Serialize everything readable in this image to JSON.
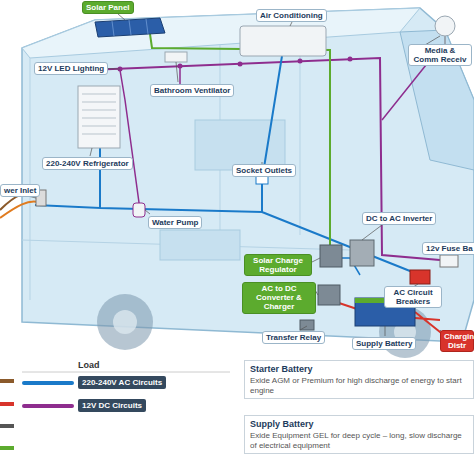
{
  "diagram": {
    "nodes": [
      {
        "text": [
          "Solar Panel"
        ]
      },
      {
        "text": [
          "Air Conditioning"
        ]
      },
      {
        "text": [
          "Media & Comm Receiv"
        ]
      },
      {
        "text": [
          "12V LED Lighting"
        ]
      },
      {
        "text": [
          "Bathroom Ventilator"
        ]
      },
      {
        "text": [
          "220-240V Refrigerator"
        ]
      },
      {
        "text": [
          "Socket Outlets"
        ]
      },
      {
        "text": [
          "wer Inlet"
        ]
      },
      {
        "text": [
          "Water Pump"
        ]
      },
      {
        "text": [
          "DC to AC Inverter"
        ]
      },
      {
        "text": [
          "12v Fuse Ba"
        ]
      },
      {
        "text": [
          "Solar Charge Regulator"
        ]
      },
      {
        "text": [
          "AC to DC Converter & Charger"
        ]
      },
      {
        "text": [
          "AC Circuit Breakers"
        ]
      },
      {
        "text": [
          "Transfer Relay"
        ]
      },
      {
        "text": [
          "Supply Battery"
        ]
      },
      {
        "text": [
          "Chargin Distr"
        ]
      },
      {
        "text": [
          "Starter Battery",
          "Exide AGM or Premium for high discharge of energy to start engine"
        ]
      },
      {
        "text": [
          "Supply Battery",
          "Exide Equipment GEL for deep cycle – long, slow discharge of electrical equipment"
        ]
      }
    ],
    "labels": [
      "Load"
    ],
    "legend": [
      {
        "text": "220-240V AC Circuits",
        "color": "#1a7ac9"
      },
      {
        "text": "12V DC Circuits",
        "color": "#8e2d8e"
      }
    ]
  }
}
